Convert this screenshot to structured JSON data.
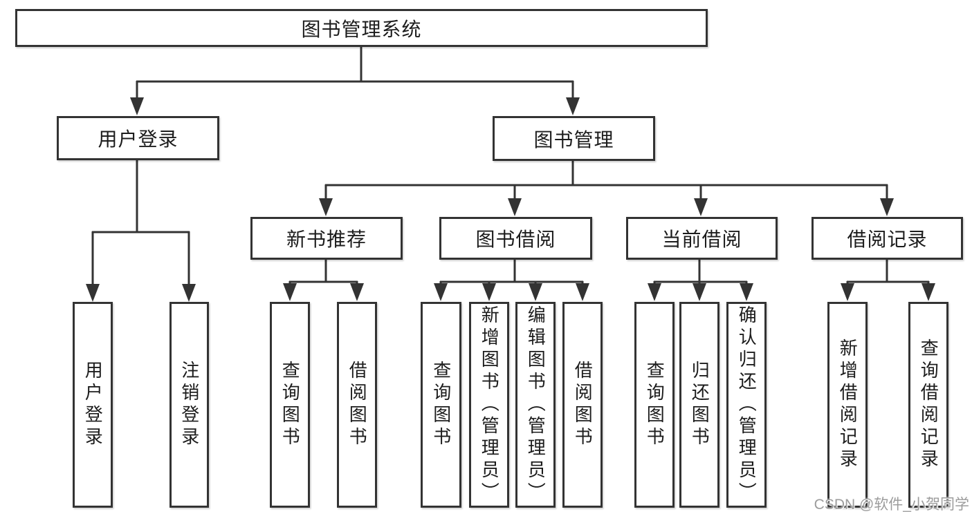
{
  "root": {
    "label": "图书管理系统"
  },
  "level2": [
    {
      "id": "user-login",
      "label": "用户登录"
    },
    {
      "id": "book-management",
      "label": "图书管理"
    }
  ],
  "level3": [
    {
      "id": "new-book-recommend",
      "label": "新书推荐",
      "parent": "图书管理"
    },
    {
      "id": "book-borrowing",
      "label": "图书借阅",
      "parent": "图书管理"
    },
    {
      "id": "current-borrowing",
      "label": "当前借阅",
      "parent": "图书管理"
    },
    {
      "id": "borrowing-records",
      "label": "借阅记录",
      "parent": "图书管理"
    }
  ],
  "leaves": [
    {
      "label": "用户登录",
      "parent": "用户登录"
    },
    {
      "label": "注销登录",
      "parent": "用户登录"
    },
    {
      "label": "查询图书",
      "parent": "新书推荐"
    },
    {
      "label": "借阅图书",
      "parent": "新书推荐"
    },
    {
      "label": "查询图书",
      "parent": "图书借阅"
    },
    {
      "label": "新增图书（管理员）",
      "parent": "图书借阅"
    },
    {
      "label": "编辑图书（管理员）",
      "parent": "图书借阅"
    },
    {
      "label": "借阅图书",
      "parent": "图书借阅"
    },
    {
      "label": "查询图书",
      "parent": "当前借阅"
    },
    {
      "label": "归还图书",
      "parent": "当前借阅"
    },
    {
      "label": "确认归还（管理员）",
      "parent": "当前借阅"
    },
    {
      "label": "新增借阅记录",
      "parent": "借阅记录"
    },
    {
      "label": "查询借阅记录",
      "parent": "借阅记录"
    }
  ],
  "watermark": "CSDN @软件_小贺同学",
  "colors": {
    "line": "#333333",
    "text": "#1c1c1c",
    "watermark": "#9c9c9c",
    "background": "#ffffff"
  }
}
